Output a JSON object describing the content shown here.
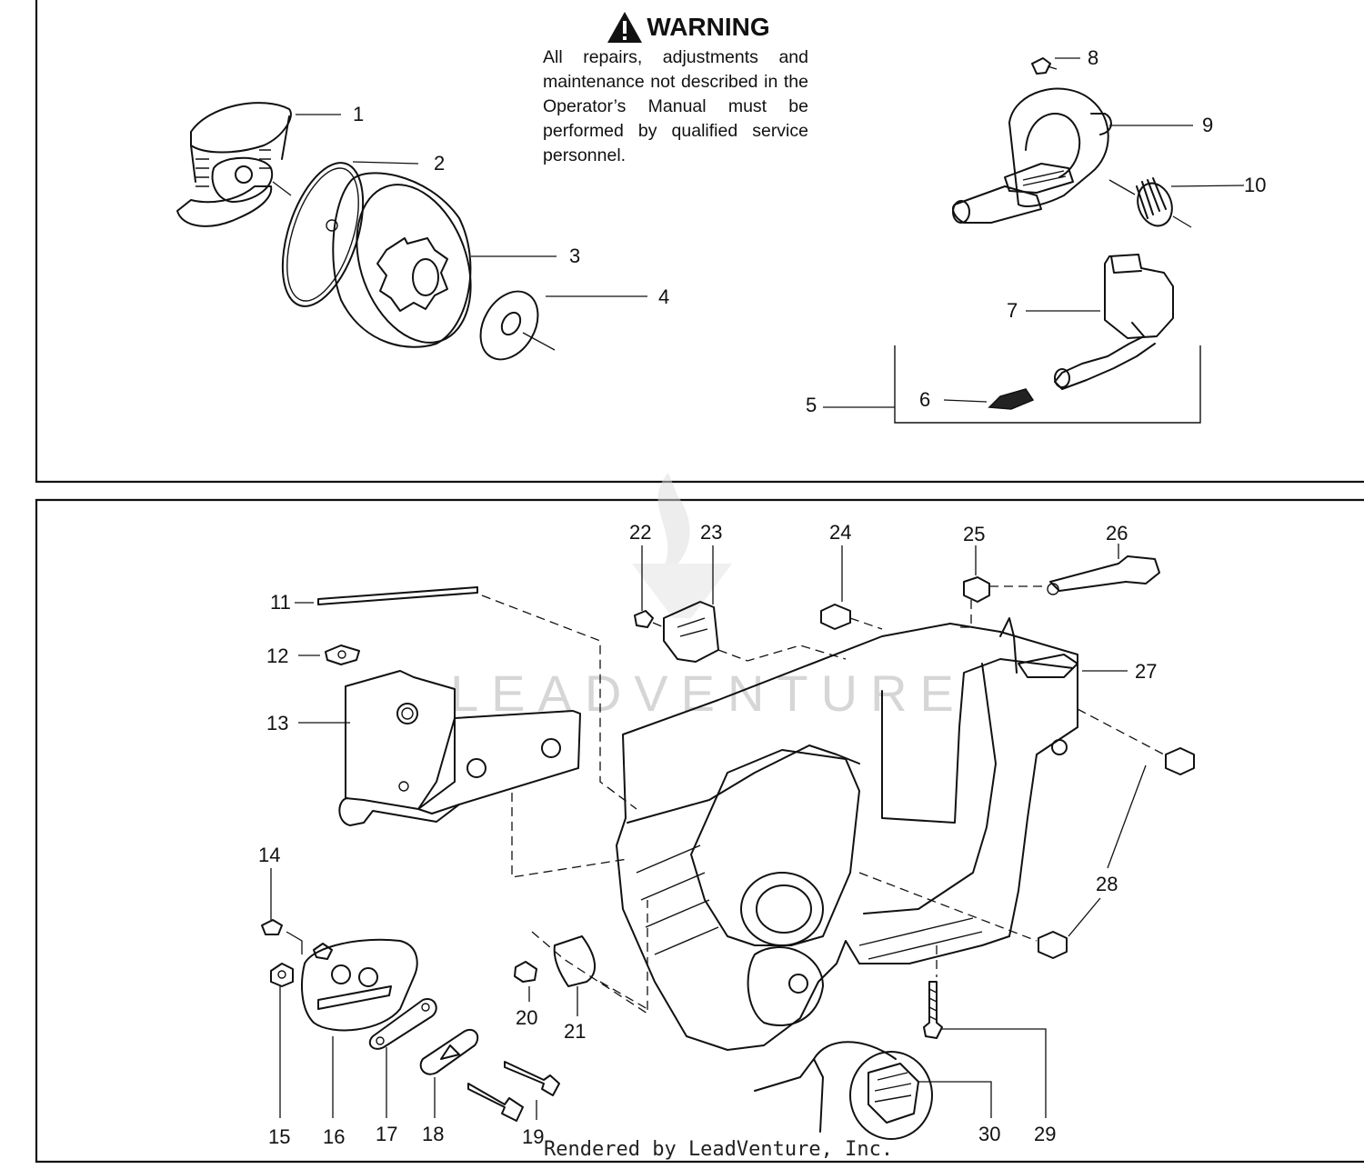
{
  "warning": {
    "title": "WARNING",
    "text": "All repairs, adjustments and maintenance not described in the Operator’s Manual must be performed by qualified service personnel."
  },
  "watermark": "LEADVENTURE",
  "footer": "Rendered by LeadVenture, Inc.",
  "callouts": {
    "c1": "1",
    "c2": "2",
    "c3": "3",
    "c4": "4",
    "c5": "5",
    "c6": "6",
    "c7": "7",
    "c8": "8",
    "c9": "9",
    "c10": "10",
    "c11": "11",
    "c12": "12",
    "c13": "13",
    "c14": "14",
    "c15": "15",
    "c16": "16",
    "c17": "17",
    "c18": "18",
    "c19": "19",
    "c20": "20",
    "c21": "21",
    "c22": "22",
    "c23": "23",
    "c24": "24",
    "c25": "25",
    "c26": "26",
    "c27": "27",
    "c28": "28",
    "c29": "29",
    "c30": "30"
  }
}
